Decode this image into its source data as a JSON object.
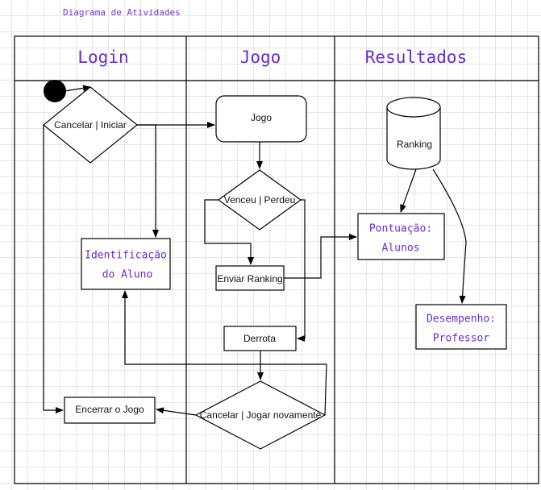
{
  "title": "Diagrama de Atividades",
  "lanes": {
    "login": "Login",
    "jogo": "Jogo",
    "resultados": "Resultados"
  },
  "nodes": {
    "cancelar_iniciar": "Cancelar | Iniciar",
    "identificacao_line1": "Identificação",
    "identificacao_line2": "do Aluno",
    "encerrar": "Encerrar o Jogo",
    "jogo": "Jogo",
    "venceu_perdeu": "Venceu | Perdeu",
    "enviar_ranking": "Enviar Ranking",
    "derrota": "Derrota",
    "cancelar_jogar": "Cancelar | Jogar novamente",
    "ranking": "Ranking",
    "pontuacao_line1": "Pontuação:",
    "pontuacao_line2": "Alunos",
    "desempenho_line1": "Desempenho:",
    "desempenho_line2": "Professor"
  }
}
